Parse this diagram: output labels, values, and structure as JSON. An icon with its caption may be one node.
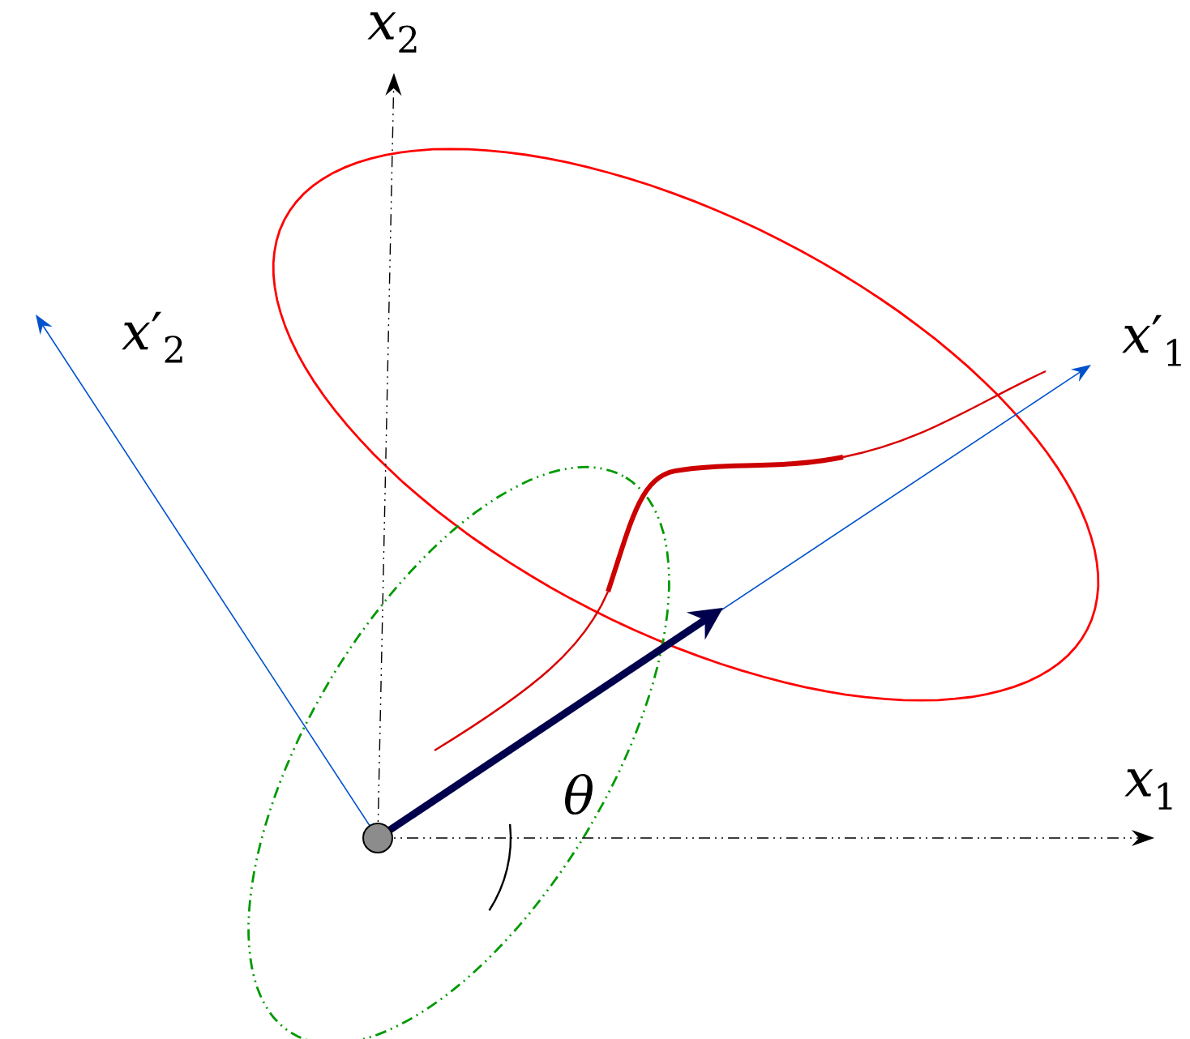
{
  "diagram": {
    "labels": [
      "*x*$_{2}$",
      "*x*′$_{2}$",
      "*x*′$_{1}$",
      "*x*$_{1}$",
      "θ"
    ]
  }
}
